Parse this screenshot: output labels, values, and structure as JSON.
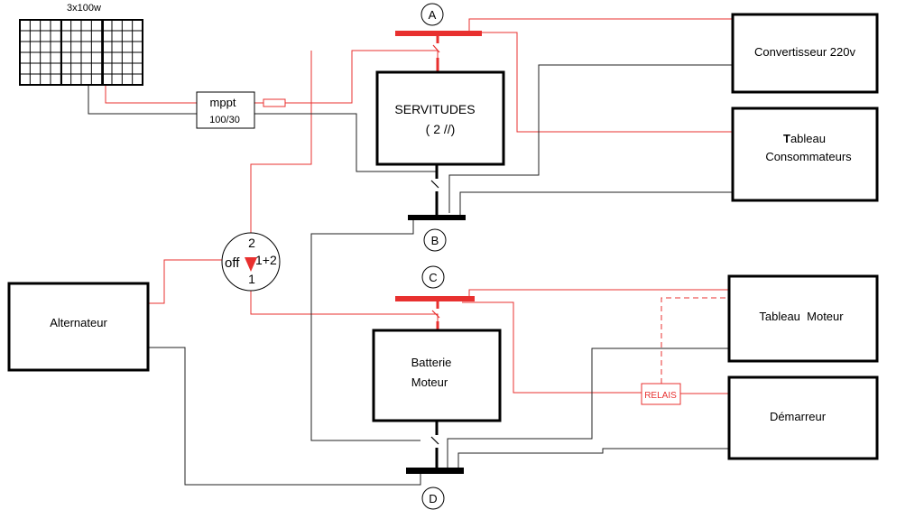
{
  "solar_panel": {
    "label": "3x100w"
  },
  "mppt": {
    "name": "mppt",
    "rating": "100/30"
  },
  "selector": {
    "pos_2": "2",
    "pos_off": "off",
    "pos_1_2": "1+2",
    "pos_1": "1"
  },
  "boxes": {
    "servitudes": {
      "line1": "SERVITUDES",
      "line2": "( 2 //)"
    },
    "batterie_moteur": {
      "line1": "Batterie",
      "line2": "Moteur"
    },
    "convertisseur": {
      "label": "Convertisseur 220v"
    },
    "tableau_consommateurs": {
      "line1_first": "T",
      "line1_rest": "ableau",
      "line2": "Consommateurs"
    },
    "tableau_moteur": {
      "label": "Tableau  Moteur"
    },
    "demarreur": {
      "label": "Démarreur"
    },
    "alternateur": {
      "label": "Alternateur"
    }
  },
  "relais": {
    "label": "RELAIS"
  },
  "buses": {
    "a": "A",
    "b": "B",
    "c": "C",
    "d": "D"
  },
  "colors": {
    "positive": "#e8302f",
    "negative": "#222222",
    "frame": "#000000"
  }
}
